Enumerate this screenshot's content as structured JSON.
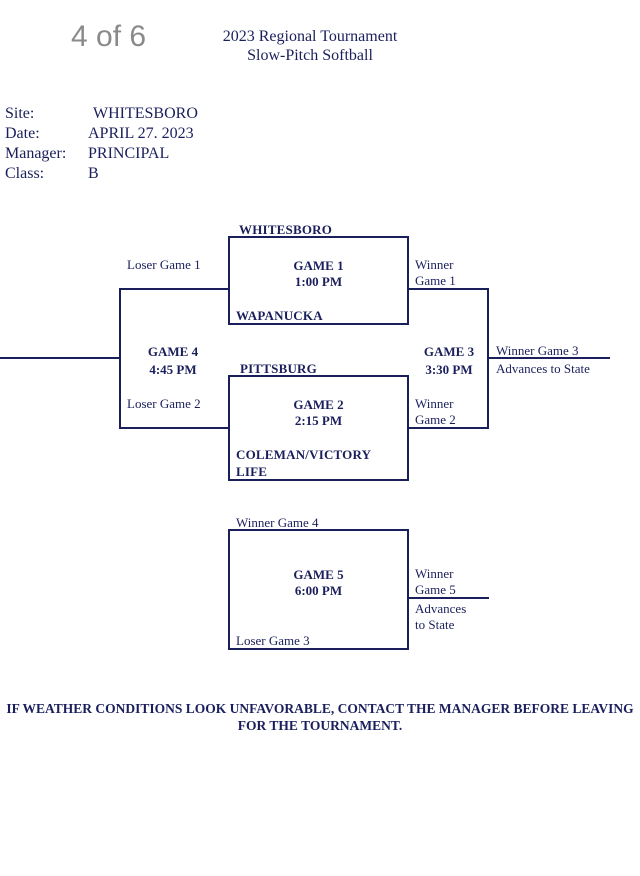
{
  "header": {
    "page_indicator": "4 of 6",
    "title_line1": "2023 Regional Tournament",
    "title_line2": "Slow-Pitch Softball"
  },
  "info": {
    "site_label": "Site:",
    "site_value": "WHITESBORO",
    "date_label": "Date:",
    "date_value": "APRIL 27. 2023",
    "manager_label": "Manager:",
    "manager_value": "PRINCIPAL",
    "class_label": "Class:",
    "class_value": "B"
  },
  "bracket": {
    "game1": {
      "top_team": "WHITESBORO",
      "bottom_team": "WAPANUCKA",
      "name": "GAME 1",
      "time": "1:00 PM",
      "loser_label": "Loser Game 1",
      "winner_line1": "Winner",
      "winner_line2": "Game 1"
    },
    "game2": {
      "top_team": "PITTSBURG",
      "bottom_team_line1": "COLEMAN/VICTORY",
      "bottom_team_line2": "LIFE",
      "name": "GAME 2",
      "time": "2:15 PM",
      "loser_label": "Loser Game 2",
      "winner_line1": "Winner",
      "winner_line2": "Game 2"
    },
    "game3": {
      "name": "GAME 3",
      "time": "3:30 PM",
      "winner_line1": "Winner Game 3",
      "winner_line2": "Advances to State"
    },
    "game4": {
      "name": "GAME 4",
      "time": "4:45 PM"
    },
    "game5": {
      "top_slot": "Winner Game 4",
      "bottom_slot": "Loser Game 3",
      "name": "GAME 5",
      "time": "6:00 PM",
      "winner_line1": "Winner",
      "winner_line2": "Game 5",
      "adv_line1": "Advances",
      "adv_line2": "to State"
    }
  },
  "notice": "IF WEATHER CONDITIONS LOOK UNFAVORABLE, CONTACT THE MANAGER BEFORE LEAVING FOR THE TOURNAMENT."
}
